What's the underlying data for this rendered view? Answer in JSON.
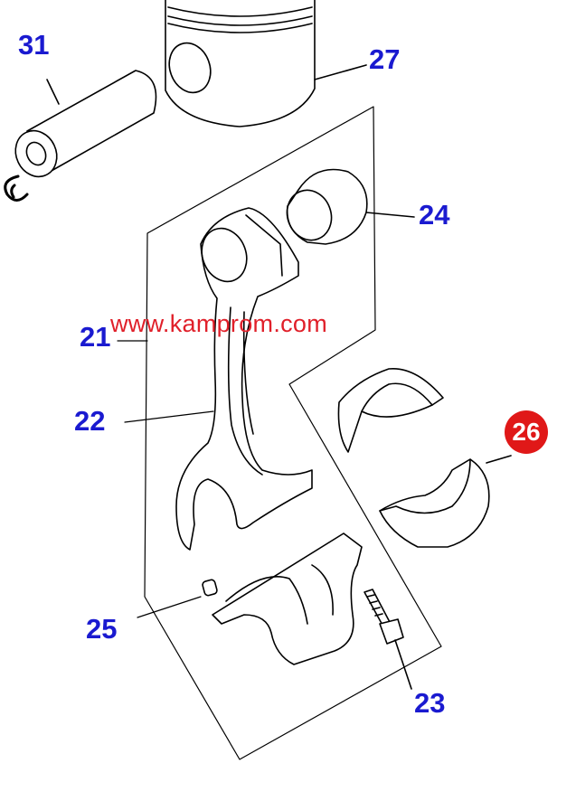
{
  "callouts": {
    "c31": "31",
    "c27": "27",
    "c24": "24",
    "c21": "21",
    "c22": "22",
    "c25": "25",
    "c23": "23",
    "c26": "26"
  },
  "watermark": "www.kamprom.com",
  "colors": {
    "callout": "#1a1ad0",
    "watermark": "#e0202a",
    "badge": "#e01818",
    "line": "#000000"
  }
}
